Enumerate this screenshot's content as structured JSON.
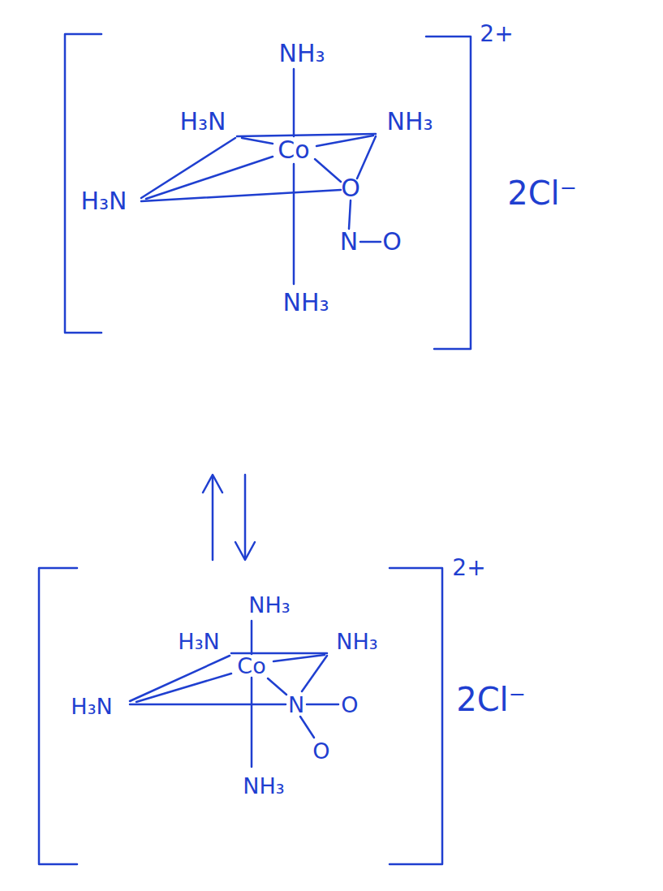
{
  "diagram": {
    "labels": [
      "2+",
      "NH₃",
      "H₃N",
      "NH₃",
      "Co",
      "2Cl⁻",
      "H₃N",
      "O",
      "N",
      "O",
      "NH₃",
      "2+",
      "NH₃",
      "H₃N",
      "NH₃",
      "Co",
      "H₃N",
      "N",
      "O",
      "2Cl⁻",
      "O",
      "NH₃"
    ]
  }
}
